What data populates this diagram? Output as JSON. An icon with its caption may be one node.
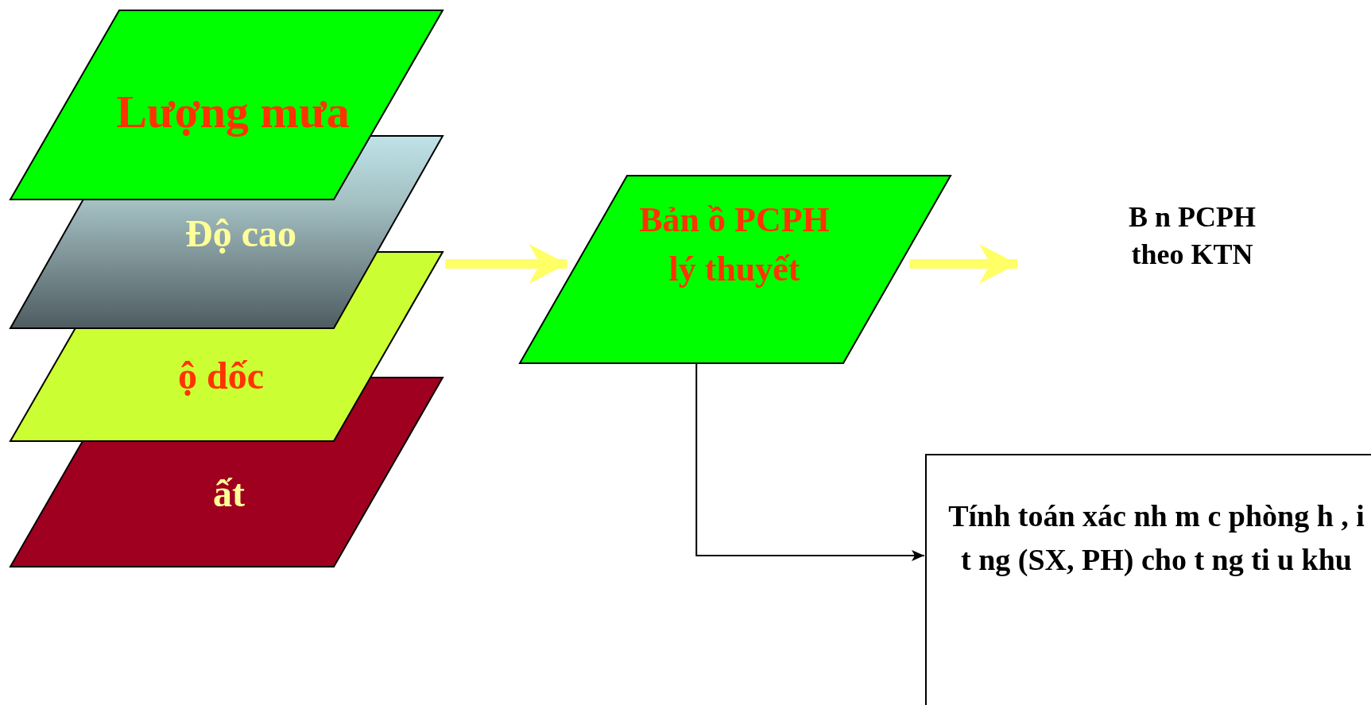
{
  "diagram": {
    "nodes": [
      {
        "text": [
          "Lượng mưa"
        ]
      },
      {
        "text": [
          "Độ cao"
        ]
      },
      {
        "text": [
          "ộ dốc"
        ]
      },
      {
        "text": [
          "ất"
        ]
      },
      {
        "text": [
          "Bản ồ PCPH lý thuyết"
        ]
      },
      {
        "text": [
          "B n PCPH theo KTN"
        ]
      },
      {
        "text": [
          "Tính toán xác nh m c phòng h , i t ng (SX, PH) cho t ng ti u khu"
        ]
      }
    ],
    "edges": [
      {
        "from": 2,
        "to": 4,
        "arrow": "to"
      },
      {
        "from": 4,
        "to": 5,
        "arrow": "to"
      },
      {
        "from": 4,
        "to": 6,
        "arrow": "to",
        "color": "#000000"
      }
    ]
  }
}
